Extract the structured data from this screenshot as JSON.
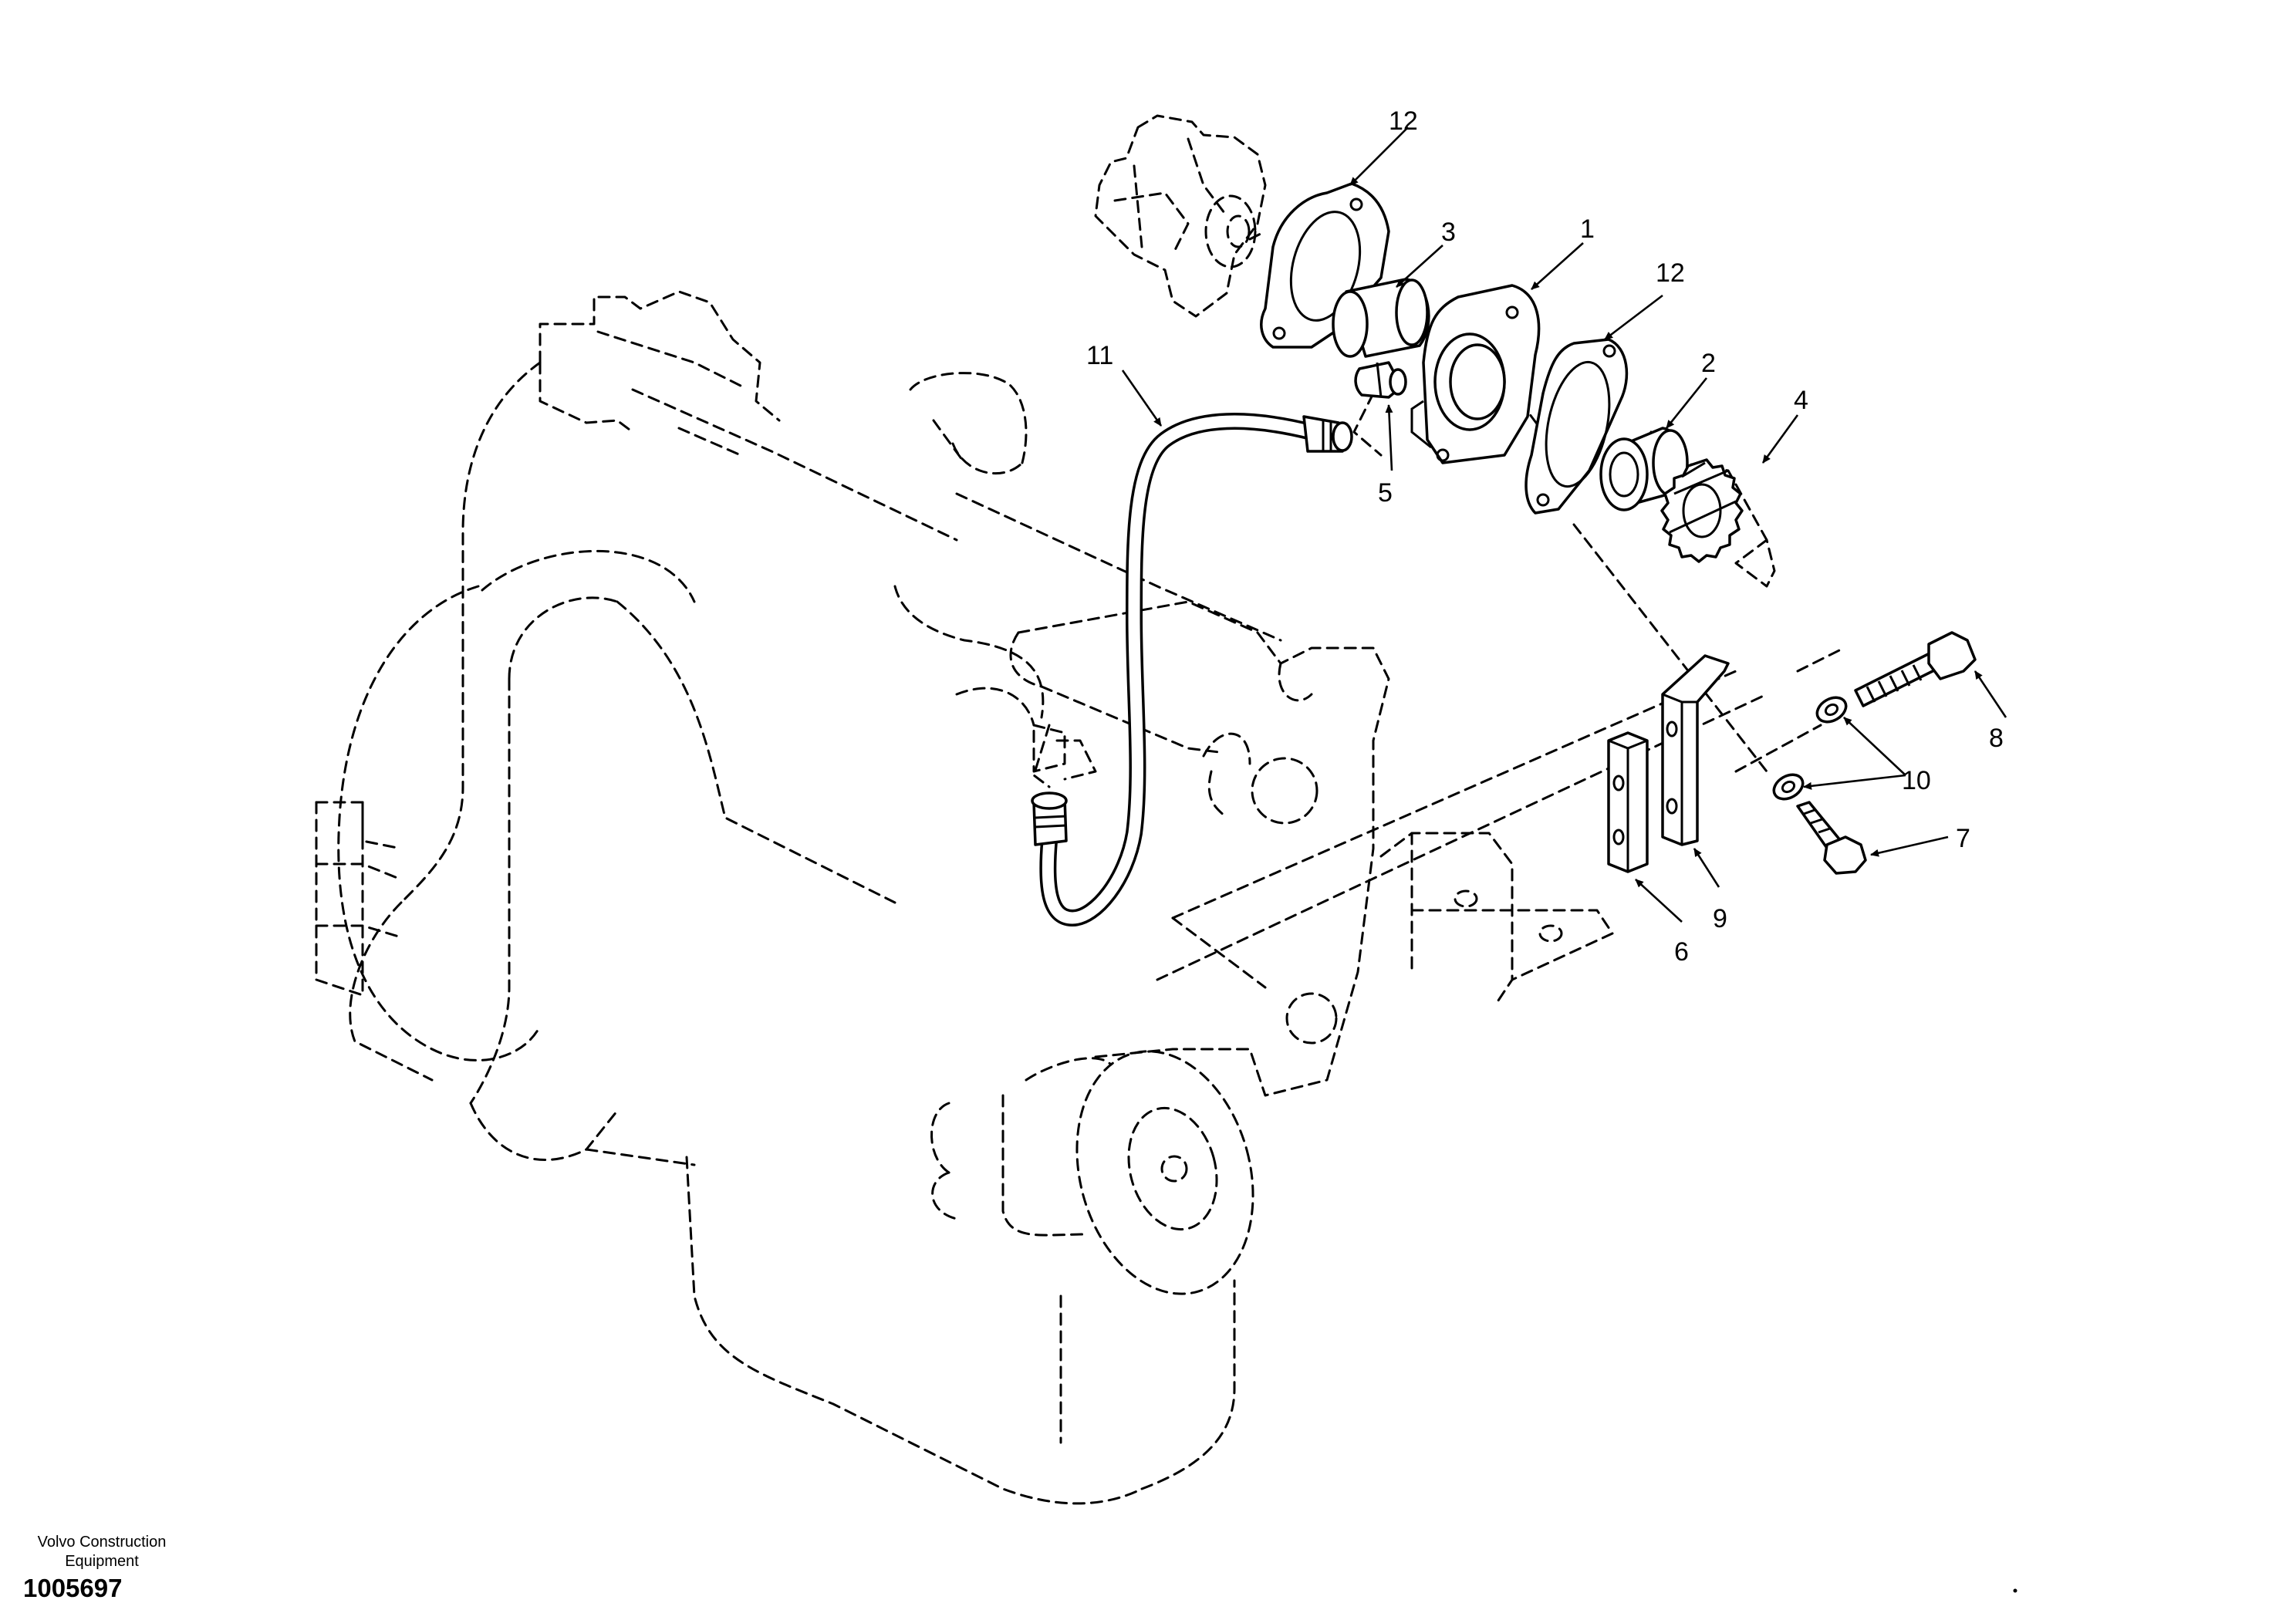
{
  "callouts": [
    {
      "id": "1",
      "text": "1"
    },
    {
      "id": "2",
      "text": "2"
    },
    {
      "id": "3",
      "text": "3"
    },
    {
      "id": "4",
      "text": "4"
    },
    {
      "id": "5",
      "text": "5"
    },
    {
      "id": "6",
      "text": "6"
    },
    {
      "id": "7",
      "text": "7"
    },
    {
      "id": "8",
      "text": "8"
    },
    {
      "id": "9",
      "text": "9"
    },
    {
      "id": "10",
      "text": "10"
    },
    {
      "id": "11",
      "text": "11"
    },
    {
      "id": "12a",
      "text": "12"
    },
    {
      "id": "12b",
      "text": "12"
    }
  ],
  "caption": {
    "company": "Volvo Construction Equipment",
    "drawing_number": "1005697"
  }
}
